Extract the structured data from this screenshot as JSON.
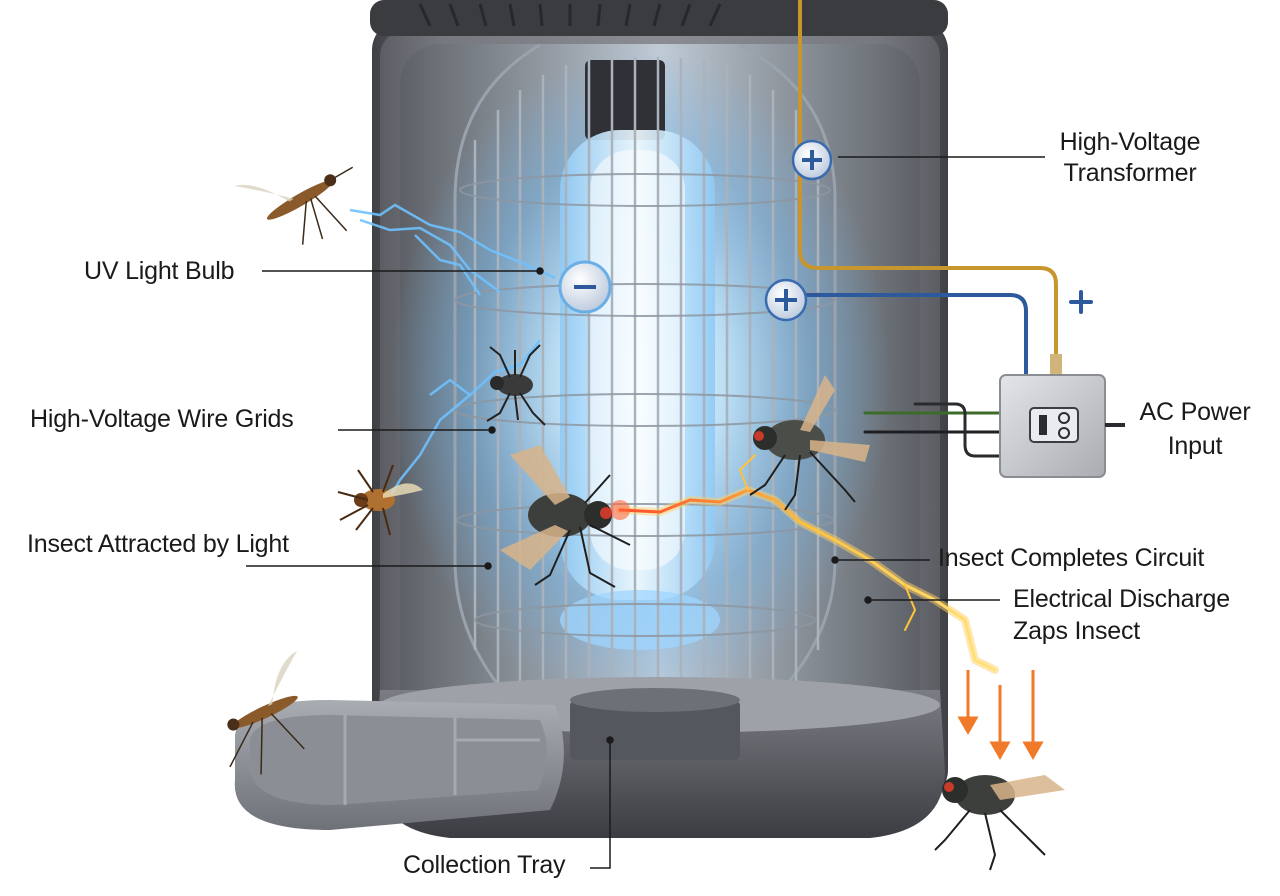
{
  "labels": {
    "uv_bulb": "UV Light Bulb",
    "wire_grids": "High-Voltage Wire Grids",
    "insect_attracted": "Insect Attracted by Light",
    "transformer_1": "High-Voltage",
    "transformer_2": "Transformer",
    "ac_power_1": "AC Power",
    "ac_power_2": "Input",
    "completes_circuit": "Insect Completes Circuit",
    "discharge_1": "Electrical Discharge",
    "discharge_2": "Zaps Insect",
    "collection_tray": "Collection Tray"
  },
  "symbols": {
    "plus": "+",
    "minus": "-"
  },
  "colors": {
    "housing": "#56585e",
    "grid_wire": "#9aa3ad",
    "uv_glow": "#7ec8ff",
    "wire_positive": "#c8962e",
    "wire_negative": "#2c5a9c",
    "spark": "#ffa528",
    "text": "#1a1a1a"
  },
  "icons": [
    "mosquito-icon",
    "fly-icon",
    "spider-icon",
    "lightning-icon",
    "plus-terminal-icon",
    "minus-terminal-icon",
    "power-socket-icon",
    "arrow-down-icon"
  ]
}
